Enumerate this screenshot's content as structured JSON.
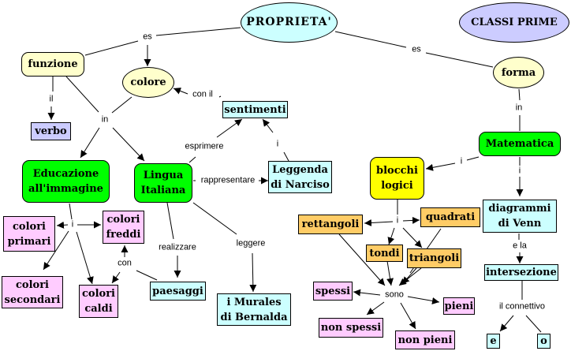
{
  "colors": {
    "cyan": "#ccffff",
    "light_yellow": "#ffffcc",
    "lavender": "#ccccff",
    "green": "#00ff00",
    "yellow": "#ffff00",
    "pink": "#ffccff",
    "orange": "#ffcc66"
  },
  "nodes": {
    "proprieta": "PROPRIETA'",
    "classi_prime": "CLASSI PRIME",
    "funzione": "funzione",
    "colore": "colore",
    "forma": "forma",
    "verbo": "verbo",
    "sentimenti": "sentimenti",
    "educazione": "Educazione\nall'immagine",
    "lingua": "Lingua\nItaliana",
    "leggenda": "Leggenda\ndi Narciso",
    "matematica": "Matematica",
    "blocchi": "blocchi\nlogici",
    "diagrammi": "diagrammi\ndi Venn",
    "colori_primari": "colori\nprimari",
    "colori_freddi": "colori\nfreddi",
    "colori_secondari": "colori\nsecondari",
    "colori_caldi": "colori\ncaldi",
    "paesaggi": "paesaggi",
    "murales": "i Murales\ndi Bernalda",
    "rettangoli": "rettangoli",
    "quadrati": "quadrati",
    "tondi": "tondi",
    "triangoli": "triangoli",
    "spessi": "spessi",
    "non_spessi": "non spessi",
    "pieni": "pieni",
    "non_pieni": "non pieni",
    "intersezione": "intersezione",
    "e": "e",
    "o": "o"
  },
  "links": {
    "es_left": "es",
    "es_right": "es",
    "il": "il",
    "in_left": "in",
    "con_il": "con il",
    "esprimere": "esprimere",
    "i_leggenda": "i",
    "rappresentare": "rappresentare",
    "i_edu": "i",
    "con": "con",
    "realizzare": "realizzare",
    "leggere": "leggere",
    "in_right": "in",
    "i_mat_left": "i",
    "i_mat_down": "i",
    "i_blocchi": "i",
    "sono": "sono",
    "e_la": "e la",
    "il_connettivo": "il connettivo"
  }
}
